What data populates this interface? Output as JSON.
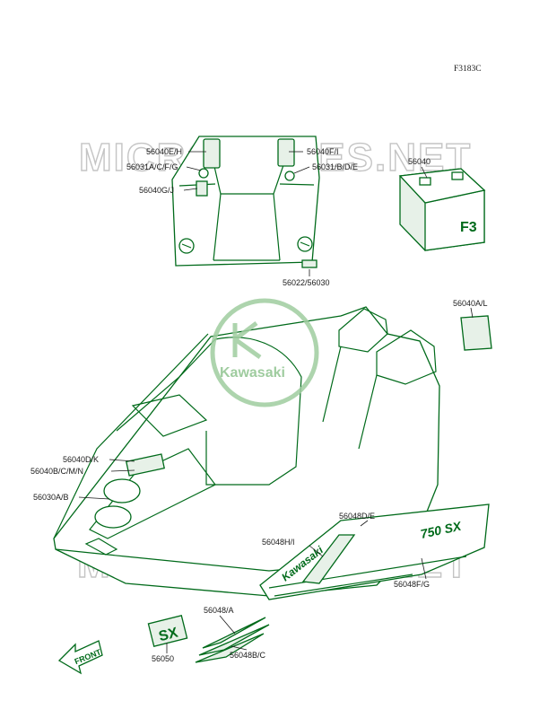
{
  "figure_id": "F3183C",
  "watermark": "MICROFICHES.NET",
  "center_logo_text": "Kawasaki",
  "decal_text": {
    "brand": "Kawasaki",
    "model": "750 SX",
    "sx": "SX",
    "front": "FRONT",
    "battery": "F3"
  },
  "labels": {
    "p56040EH": "56040E/H",
    "p56040FI": "56040F/I",
    "p56031ACFG": "56031A/C/F/G",
    "p56031BDE": "56031/B/D/E",
    "p56040GJ": "56040G/J",
    "p56040": "56040",
    "p56022_56030": "56022/56030",
    "p56040AL": "56040A/L",
    "p56040DK": "56040D/K",
    "p56040BCMN": "56040B/C/M/N",
    "p56030AB": "56030A/B",
    "p56048DE": "56048D/E",
    "p56048HI": "56048H/I",
    "p56048FG": "56048F/G",
    "p56048A": "56048/A",
    "p56048BC": "56048B/C",
    "p56050": "56050"
  },
  "colors": {
    "line": "#006a1a",
    "watermark": "#c4c4c4",
    "logo": "#9fcc9f",
    "text": "#1a1a1a"
  }
}
